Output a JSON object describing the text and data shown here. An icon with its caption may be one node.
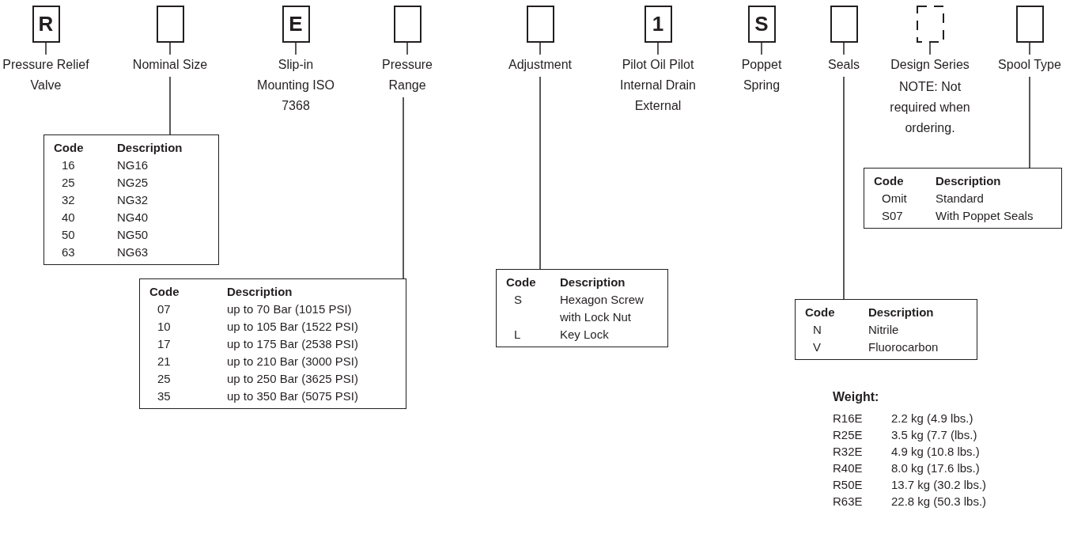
{
  "diagram": {
    "nodes": [
      {
        "text": [
          "R"
        ],
        "beside": [
          "Pressure Relief Valve"
        ]
      },
      {
        "text": [],
        "shape": "box",
        "beside": [
          "Nominal Size"
        ]
      },
      {
        "text": [
          "E"
        ],
        "beside": [
          "Slip-in Mounting ISO 7368"
        ]
      },
      {
        "text": [],
        "shape": "box",
        "beside": [
          "Pressure Range"
        ]
      },
      {
        "text": [],
        "shape": "box",
        "beside": [
          "Adjustment"
        ]
      },
      {
        "text": [
          "1"
        ],
        "beside": [
          "Pilot Oil Pilot Internal Drain External"
        ]
      },
      {
        "text": [
          "S"
        ],
        "beside": [
          "Poppet Spring"
        ]
      },
      {
        "text": [],
        "shape": "box",
        "beside": [
          "Seals"
        ]
      },
      {
        "text": [],
        "shape": "box",
        "beside": [
          "Design Series",
          "NOTE: Not required when ordering."
        ]
      },
      {
        "text": [],
        "shape": "box",
        "beside": [
          "Spool Type"
        ]
      },
      {
        "text": [
          "Code",
          "Description",
          "16",
          "NG16",
          "25",
          "NG25",
          "32",
          "NG32",
          "40",
          "NG40",
          "50",
          "NG50",
          "63",
          "NG63"
        ]
      },
      {
        "text": [
          "Code",
          "Description",
          "Omit",
          "Standard",
          "S07",
          "With Poppet Seals"
        ]
      },
      {
        "text": [
          "Code",
          "Description",
          "07",
          "up to 70 Bar (1015 PSI)",
          "10",
          "up to 105 Bar (1522 PSI)",
          "17",
          "up to 175 Bar (2538 PSI)",
          "21",
          "up to 210 Bar (3000 PSI)",
          "25",
          "up to 250 Bar (3625 PSI)",
          "35",
          "up to 350 Bar (5075 PSI)"
        ]
      },
      {
        "text": [
          "Code",
          "Description",
          "S",
          "Hexagon Screw with Lock Nut",
          "L",
          "Key Lock"
        ]
      },
      {
        "text": [
          "Code",
          "Description",
          "N",
          "Nitrile",
          "V",
          "Fluorocarbon"
        ]
      }
    ],
    "edges": [
      {
        "from": 1,
        "to": 10,
        "arrow": "none"
      },
      {
        "from": 9,
        "to": 11,
        "arrow": "none"
      },
      {
        "from": 3,
        "to": 12,
        "arrow": "none"
      },
      {
        "from": 4,
        "to": 13,
        "arrow": "none"
      },
      {
        "from": 7,
        "to": 14,
        "arrow": "none"
      }
    ],
    "labels": [
      "Weight:",
      "R16E",
      "2.2 kg (4.9 lbs.)",
      "R25E",
      "3.5 kg (7.7 (lbs.)",
      "R32E",
      "4.9 kg (10.8 lbs.)",
      "R40E",
      "8.0 kg (17.6 lbs.)",
      "R50E",
      "13.7 kg (30.2 lbs.)",
      "R63E",
      "22.8 kg (50.3 lbs.)"
    ]
  }
}
